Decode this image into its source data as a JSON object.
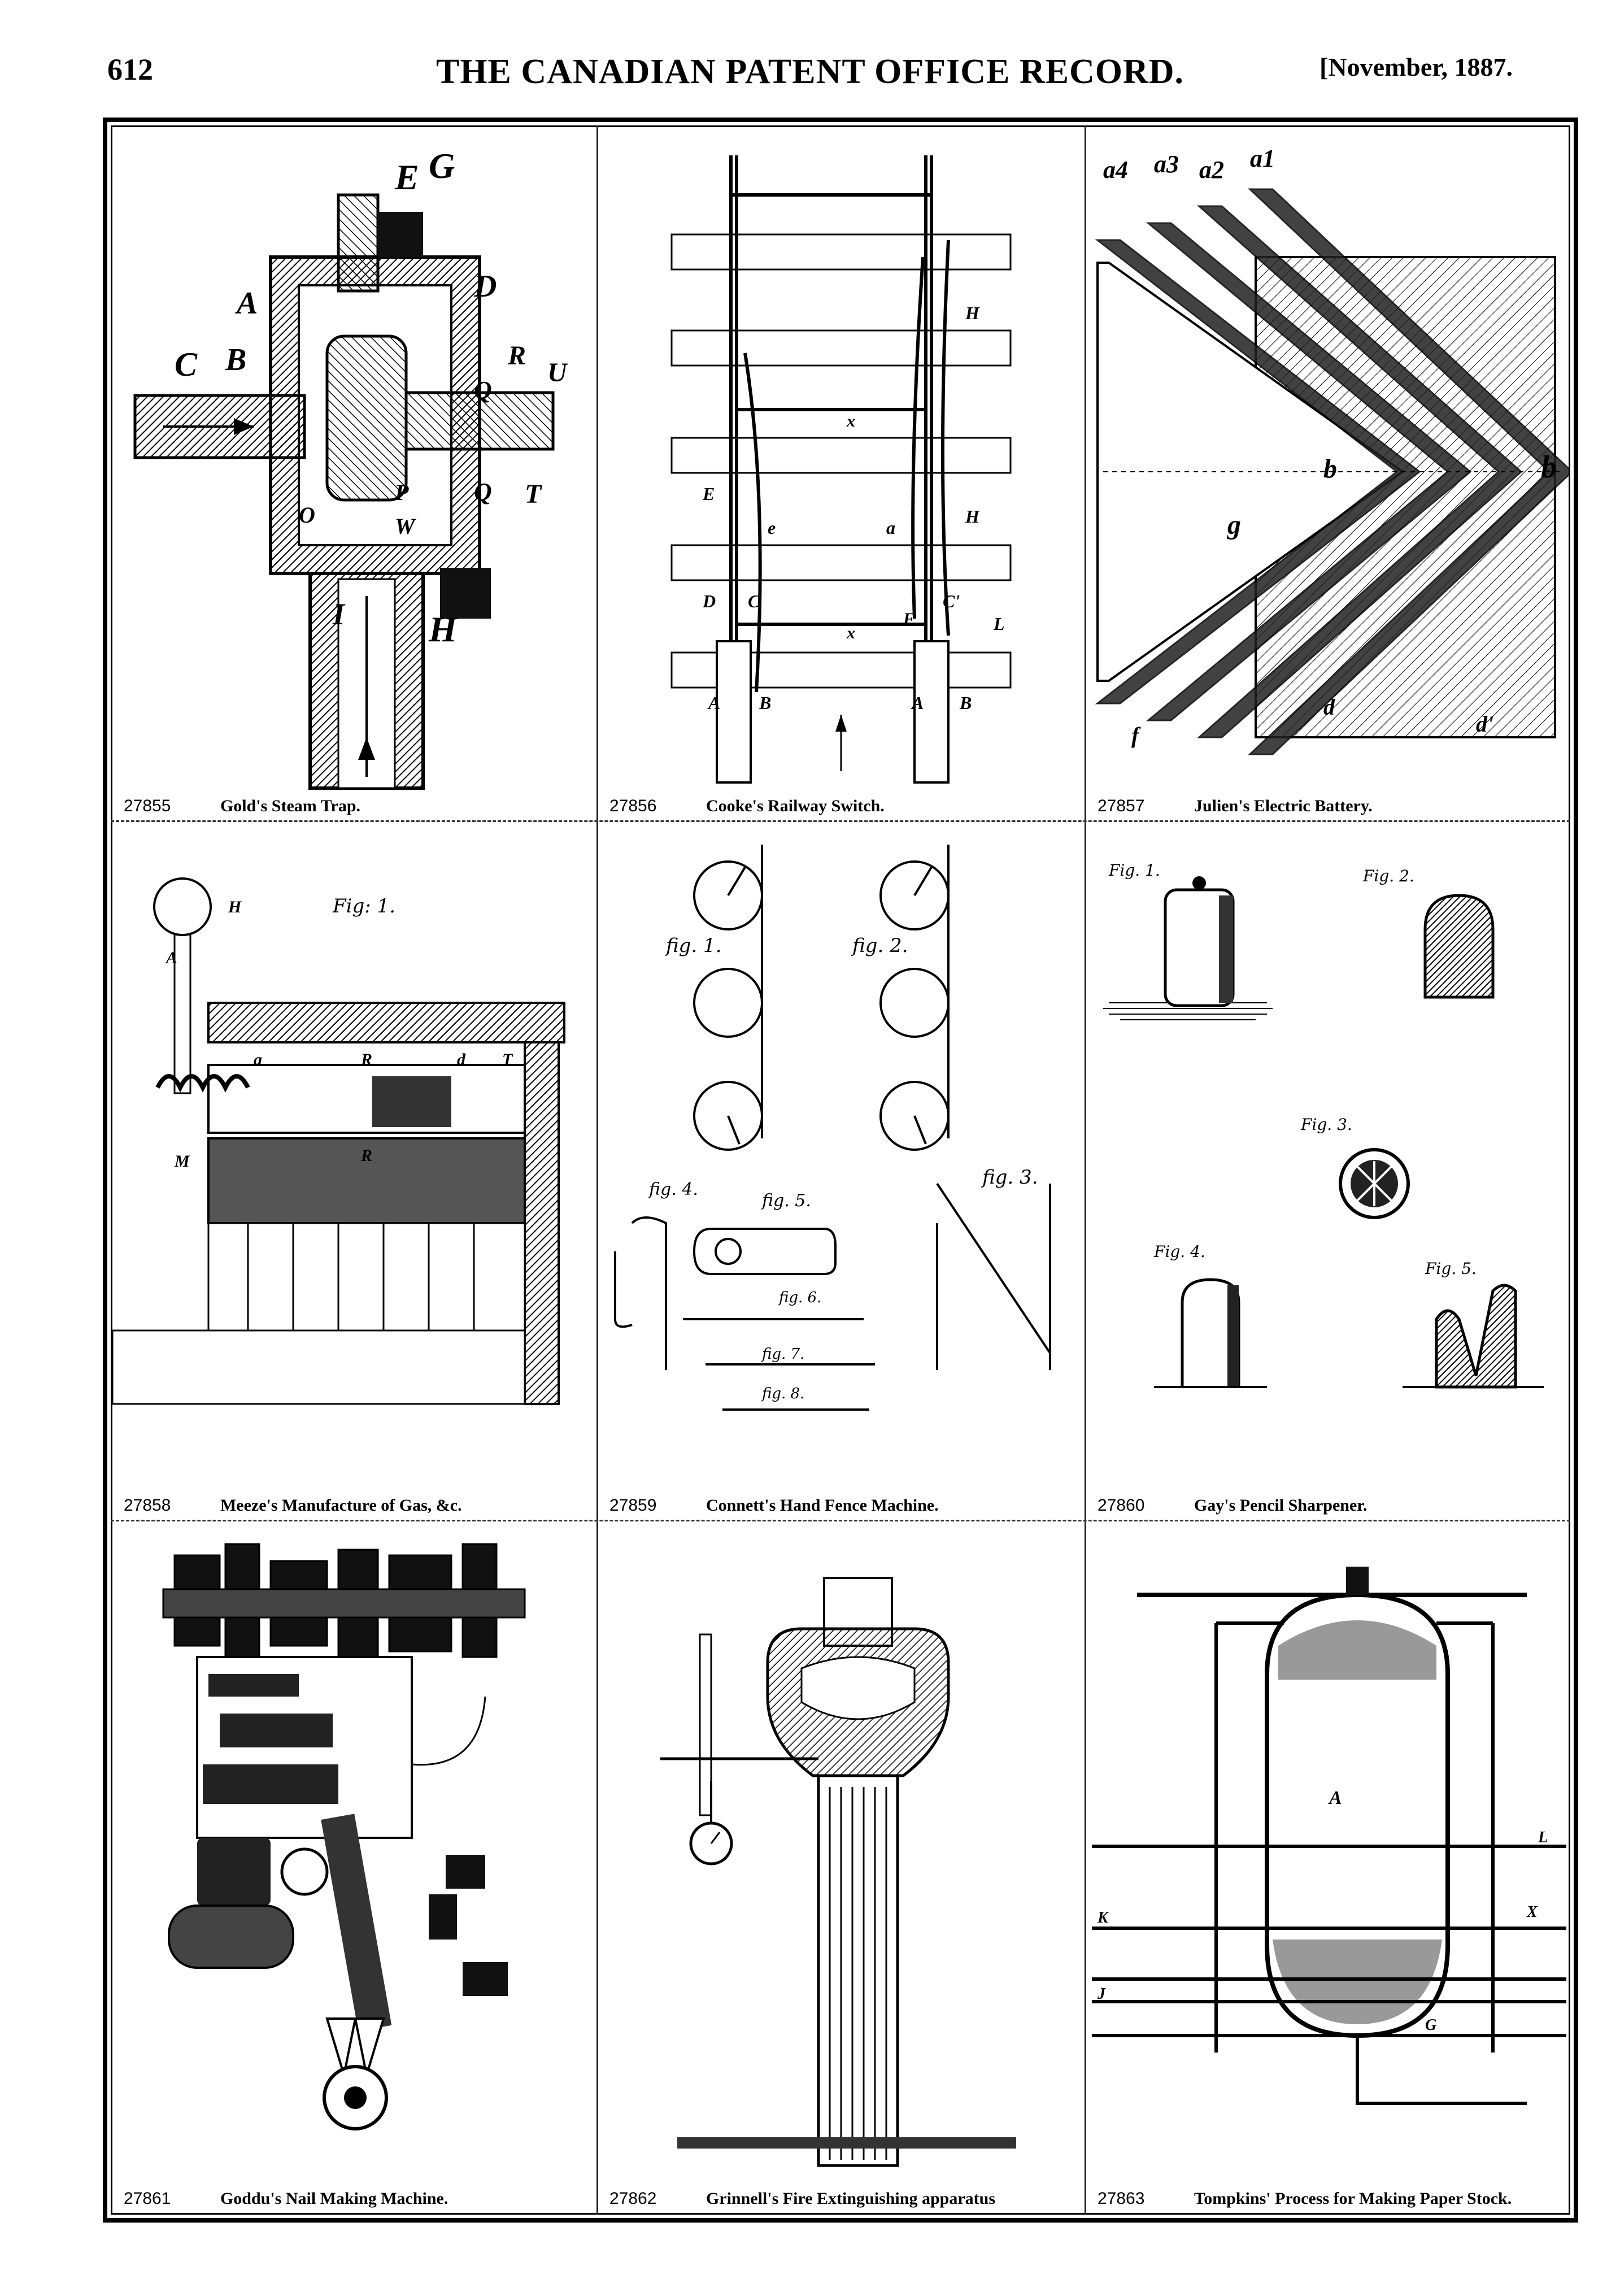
{
  "header": {
    "page_number": "612",
    "title": "THE CANADIAN PATENT OFFICE RECORD.",
    "date": "[November, 1887."
  },
  "panels": [
    {
      "number": "27855",
      "title": "Gold's Steam Trap.",
      "labels": [
        "E",
        "G",
        "D",
        "A",
        "C",
        "B",
        "R",
        "U",
        "Q",
        "T",
        "P",
        "O",
        "W",
        "I",
        "H"
      ]
    },
    {
      "number": "27856",
      "title": "Cooke's Railway Switch.",
      "labels": [
        "H",
        "E",
        "e",
        "a",
        "D",
        "C",
        "C'",
        "F",
        "L",
        "A",
        "B"
      ]
    },
    {
      "number": "27857",
      "title": "Julien's Electric Battery.",
      "labels": [
        "a4",
        "a3",
        "a2",
        "a1",
        "b",
        "g",
        "d",
        "d'",
        "f"
      ]
    },
    {
      "number": "27858",
      "title": "Meeze's Manufacture of Gas, &c.",
      "labels": [
        "Fig: 1.",
        "H",
        "A",
        "a",
        "R",
        "d",
        "T",
        "M"
      ]
    },
    {
      "number": "27859",
      "title": "Connett's Hand Fence Machine.",
      "labels": [
        "fig. 1.",
        "fig. 2.",
        "fig. 3.",
        "fig. 4.",
        "fig. 5.",
        "fig. 6.",
        "fig. 7.",
        "fig. 8."
      ]
    },
    {
      "number": "27860",
      "title": "Gay's Pencil Sharpener.",
      "labels": [
        "Fig. 1.",
        "Fig. 2.",
        "Fig. 3.",
        "Fig. 4.",
        "Fig. 5."
      ]
    },
    {
      "number": "27861",
      "title": "Goddu's Nail Making Machine.",
      "labels": []
    },
    {
      "number": "27862",
      "title": "Grinnell's Fire Extinguishing apparatus",
      "labels": []
    },
    {
      "number": "27863",
      "title": "Tompkins' Process for Making Paper Stock.",
      "labels": [
        "A",
        "L",
        "K",
        "J",
        "X",
        "G"
      ]
    }
  ]
}
